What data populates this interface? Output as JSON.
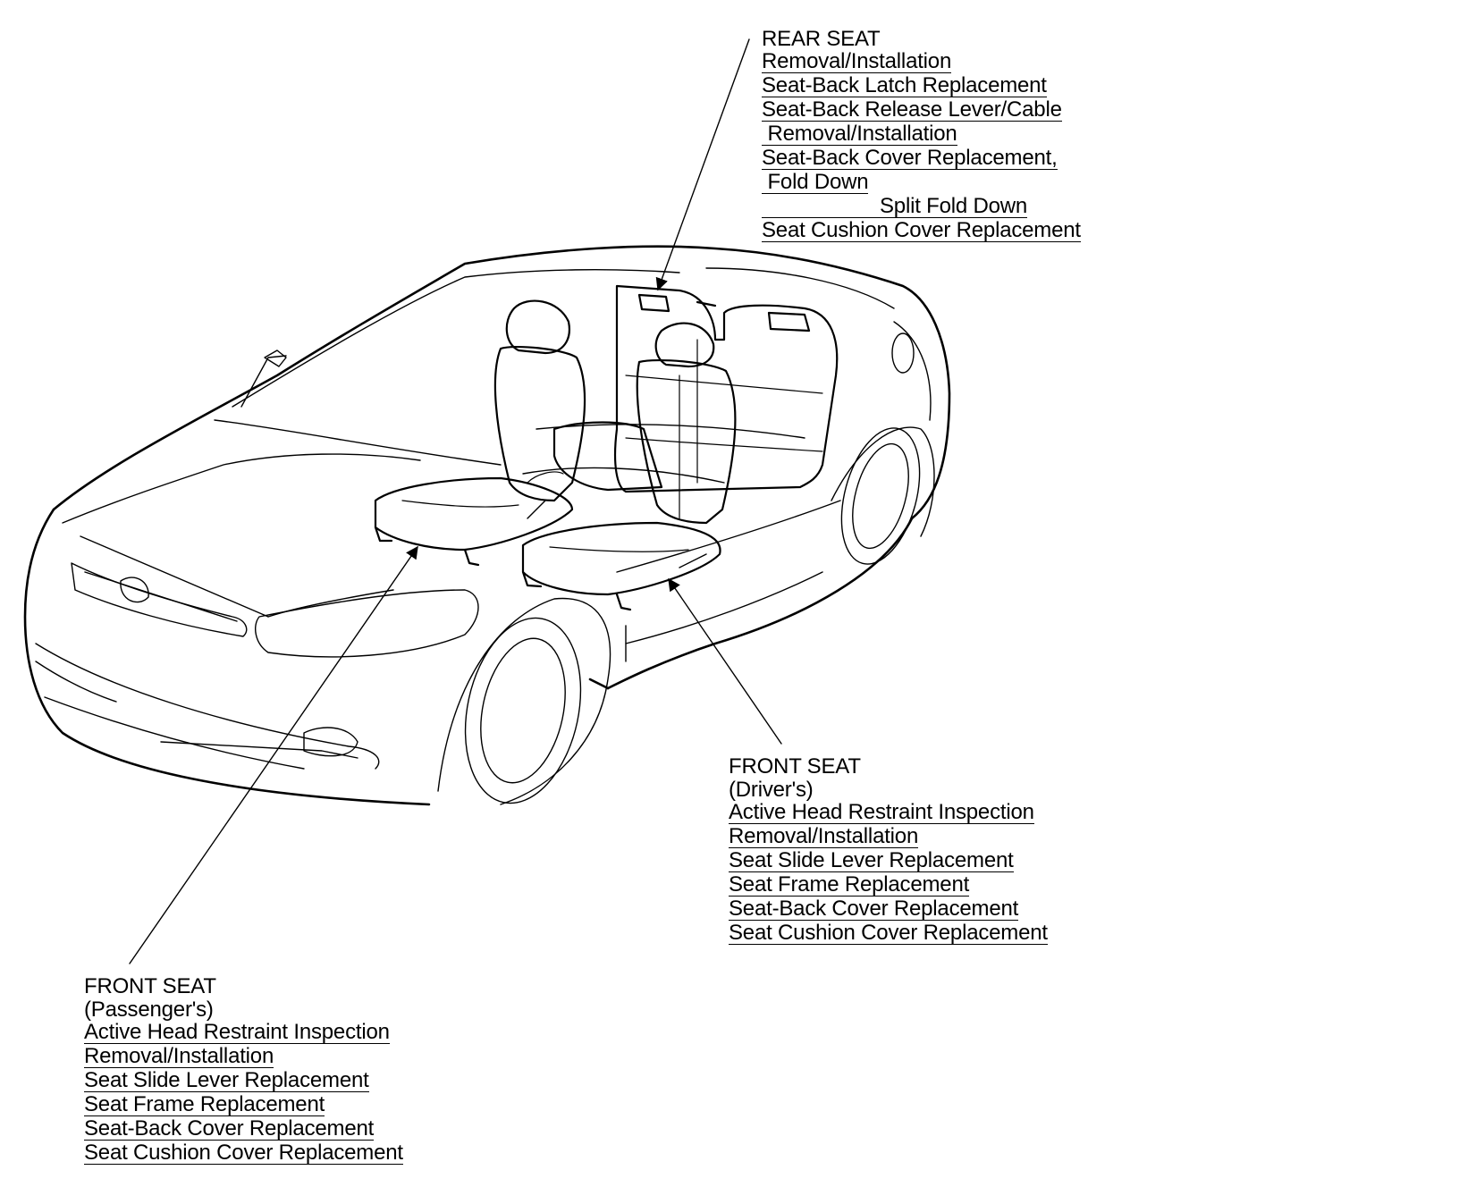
{
  "callouts": {
    "rear": {
      "title": "REAR SEAT",
      "links": [
        "Removal/Installation",
        "Seat-Back Latch Replacement",
        "Seat-Back Release Lever/Cable",
        " Removal/Installation",
        "Seat-Back Cover Replacement,",
        " Fold Down",
        "Split Fold Down",
        "Seat Cushion Cover Replacement"
      ]
    },
    "driver": {
      "title": "FRONT SEAT",
      "subtitle": "(Driver's)",
      "links": [
        "Active Head Restraint Inspection",
        "Removal/Installation",
        "Seat Slide Lever Replacement",
        "Seat Frame Replacement",
        "Seat-Back Cover Replacement",
        "Seat Cushion Cover Replacement"
      ]
    },
    "passenger": {
      "title": "FRONT SEAT",
      "subtitle": "(Passenger's)",
      "links": [
        "Active Head Restraint Inspection",
        "Removal/Installation",
        "Seat Slide Lever Replacement",
        "Seat Frame Replacement",
        "Seat-Back Cover Replacement",
        "Seat Cushion Cover Replacement"
      ]
    }
  },
  "colors": {
    "ink": "#000000",
    "background": "#ffffff"
  }
}
